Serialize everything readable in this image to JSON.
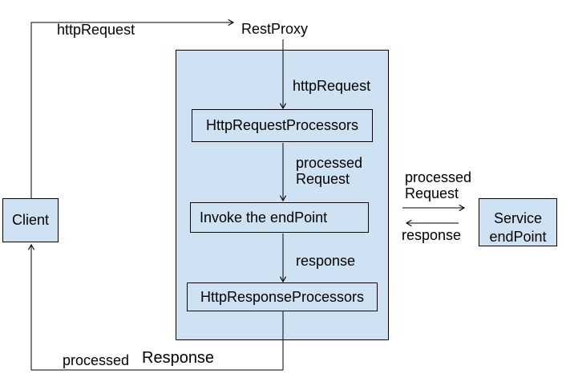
{
  "colors": {
    "node_fill": "#cfe2f3",
    "node_border": "#000000",
    "line_color": "#000000",
    "text_color": "#000000",
    "background": "#ffffff"
  },
  "nodes": {
    "client": "Client",
    "restProxy": "RestProxy",
    "httpRequestProcessors": "HttpRequestProcessors",
    "invokeEndpoint": "Invoke the endPoint",
    "httpResponseProcessors": "HttpResponseProcessors",
    "serviceEndpoint": {
      "line1": "Service",
      "line2": "endPoint"
    }
  },
  "edgeLabels": {
    "clientToRestProxy": "httpRequest",
    "restProxyToRequestProcessors": "httpRequest",
    "requestProcessorsToInvoke": {
      "line1": "processed",
      "line2": "Request"
    },
    "invokeToResponseProcessors": "response",
    "proxyToService": {
      "line1": "processed",
      "line2": "Request"
    },
    "serviceToProxy": "response",
    "responseProcessorsToClient": {
      "word1": "processed",
      "word2": "Response"
    }
  }
}
